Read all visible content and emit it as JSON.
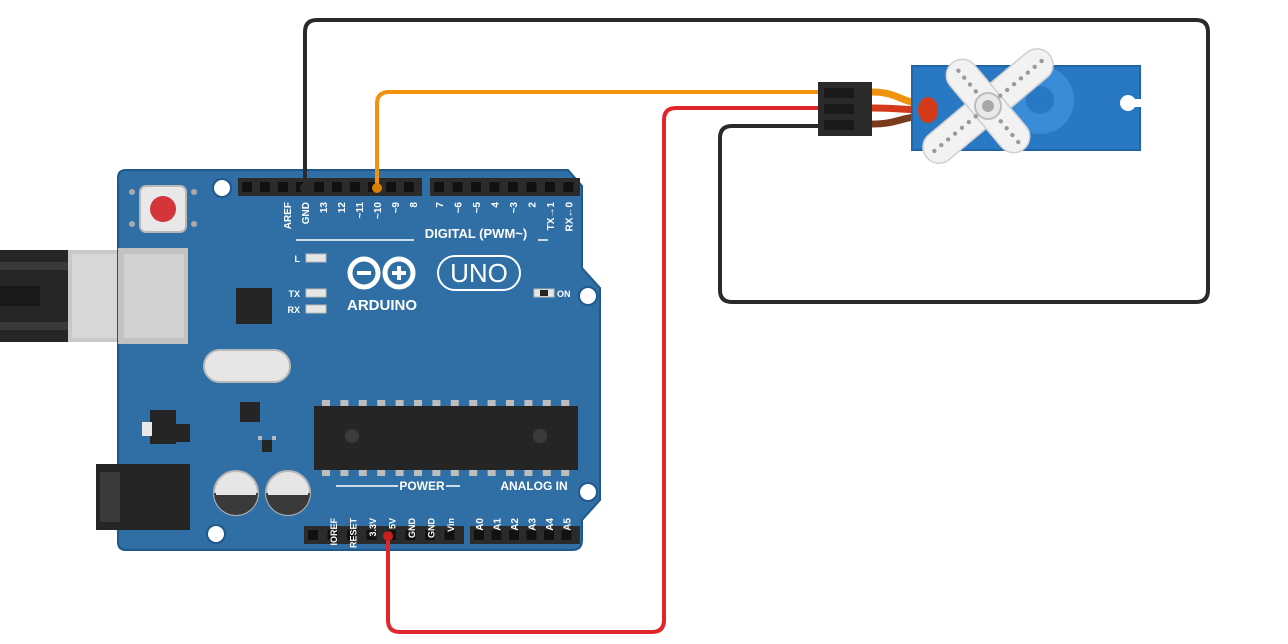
{
  "board": {
    "brand": "ARDUINO",
    "model": "UNO",
    "power_led_label": "ON",
    "led_l": "L",
    "led_tx": "TX",
    "led_rx": "RX",
    "digital_header_label": "DIGITAL (PWM~)",
    "power_header_label": "POWER",
    "analog_header_label": "ANALOG IN",
    "digital_pins_left": [
      "AREF",
      "GND",
      "13",
      "12",
      "~11",
      "~10",
      "~9",
      "8"
    ],
    "digital_pins_right": [
      "7",
      "~6",
      "~5",
      "4",
      "~3",
      "2",
      "TX→1",
      "RX←0"
    ],
    "power_pins": [
      "IOREF",
      "RESET",
      "3.3V",
      "5V",
      "GND",
      "GND",
      "Vin"
    ],
    "analog_pins": [
      "A0",
      "A1",
      "A2",
      "A3",
      "A4",
      "A5"
    ]
  },
  "colors": {
    "board": "#2f6fa5",
    "board_edge": "#1f4f7a",
    "header": "#2b2b2b",
    "chip": "#252525",
    "wire_signal": "#f0920c",
    "wire_power": "#e0262a",
    "wire_ground": "#2a2a2a",
    "servo_body": "#2878c4",
    "servo_horn": "#f2f2f2",
    "usb": "#bdbdbd",
    "reset_button": "#d4343a"
  },
  "icons": {
    "arduino_logo": "infinity-minus-plus-icon",
    "servo_horn": "servo-horn-icon"
  }
}
